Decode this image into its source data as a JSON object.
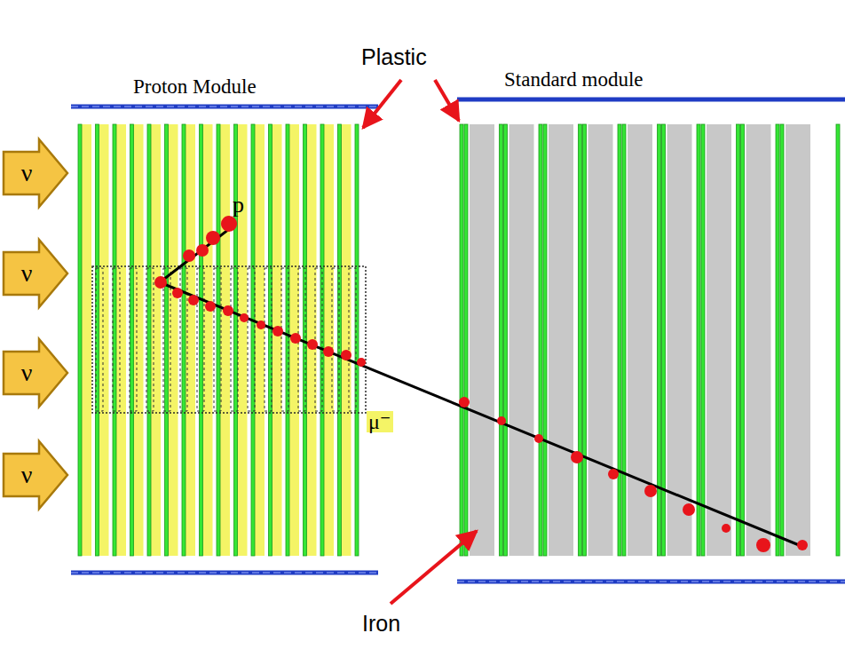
{
  "diagram": {
    "labels": [
      "Plastic",
      "Proton Module",
      "Standard module",
      "ν",
      "ν",
      "ν",
      "ν",
      "p",
      "μ⁻",
      "Iron"
    ]
  }
}
